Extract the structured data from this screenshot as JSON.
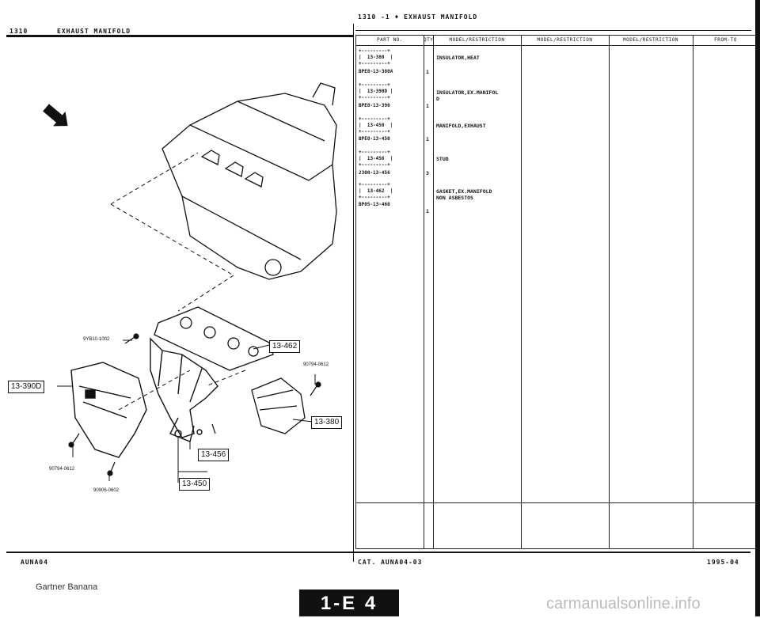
{
  "header": {
    "section_left": "1310",
    "title_left": "EXHAUST MANIFOLD",
    "title_center": "1310  -1 ♦  EXHAUST MANIFOLD"
  },
  "table": {
    "columns": [
      "PART NO.",
      "QTY",
      "MODEL/RESTRICTION",
      "MODEL/RESTRICTION",
      "MODEL/RESTRICTION",
      "FROM-TO"
    ],
    "rows": [
      {
        "box": "+---------+\n|  13-380  |\n+---------+",
        "part": "BPE8-13-380A",
        "qty": "1",
        "desc": "INSULATOR,HEAT"
      },
      {
        "box": "+---------+\n|  13-390D |\n+---------+",
        "part": "BPE8-13-390",
        "qty": "1",
        "desc": "INSULATOR,EX.MANIFOL\nD"
      },
      {
        "box": "+---------+\n|  13-450  |\n+---------+",
        "part": "BPE8-13-450",
        "qty": "1",
        "desc": "MANIFOLD,EXHAUST"
      },
      {
        "box": "+---------+\n|  13-456  |\n+---------+",
        "part": "2300-13-456",
        "qty": "3",
        "desc": "STUD"
      },
      {
        "box": "+---------+\n|  13-462  |\n+---------+",
        "part": "BP05-13-460",
        "qty": "1",
        "desc": "GASKET,EX.MANIFOLD\nNON ASBESTOS"
      }
    ]
  },
  "diagram": {
    "callouts": [
      "13-462",
      "13-390D",
      "13-380",
      "13-456",
      "13-450"
    ],
    "labels": [
      "9YB10-1002",
      "90794-0612",
      "90794-0612",
      "90906-0602"
    ]
  },
  "footer": {
    "left_code": "AUNA04",
    "catalog": "CAT.  AUNA04-03",
    "date": "1995-04",
    "owner": "Gartner Banana",
    "tab": "1-E 4",
    "watermark": "carmanualsonline.info"
  }
}
